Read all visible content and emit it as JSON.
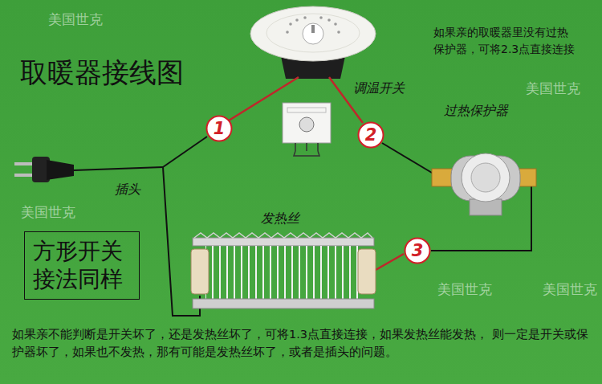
{
  "diagram": {
    "title": "取暖器接线图",
    "nodes": [
      {
        "text": [
          "1"
        ]
      },
      {
        "text": [
          "2"
        ]
      },
      {
        "text": [
          "3"
        ]
      },
      {
        "text": [
          "方形开关 接法同样"
        ]
      }
    ],
    "labels": [
      "调温开关",
      "过热保护器",
      "插头",
      "发热丝",
      "如果亲的取暖器里没有过热 保护器，可将2.3点直接连接",
      "如果亲不能判断是开关坏了，还是发热丝坏了，可将1.3点直接连接，如果发热丝能发热， 则一定是开关或保护器坏了，如果也不发热，那有可能是发热丝坏了，或者是插头的问题。",
      "美国世克",
      "美国世克",
      "美国世克",
      "美国世克",
      "美国世克"
    ]
  }
}
